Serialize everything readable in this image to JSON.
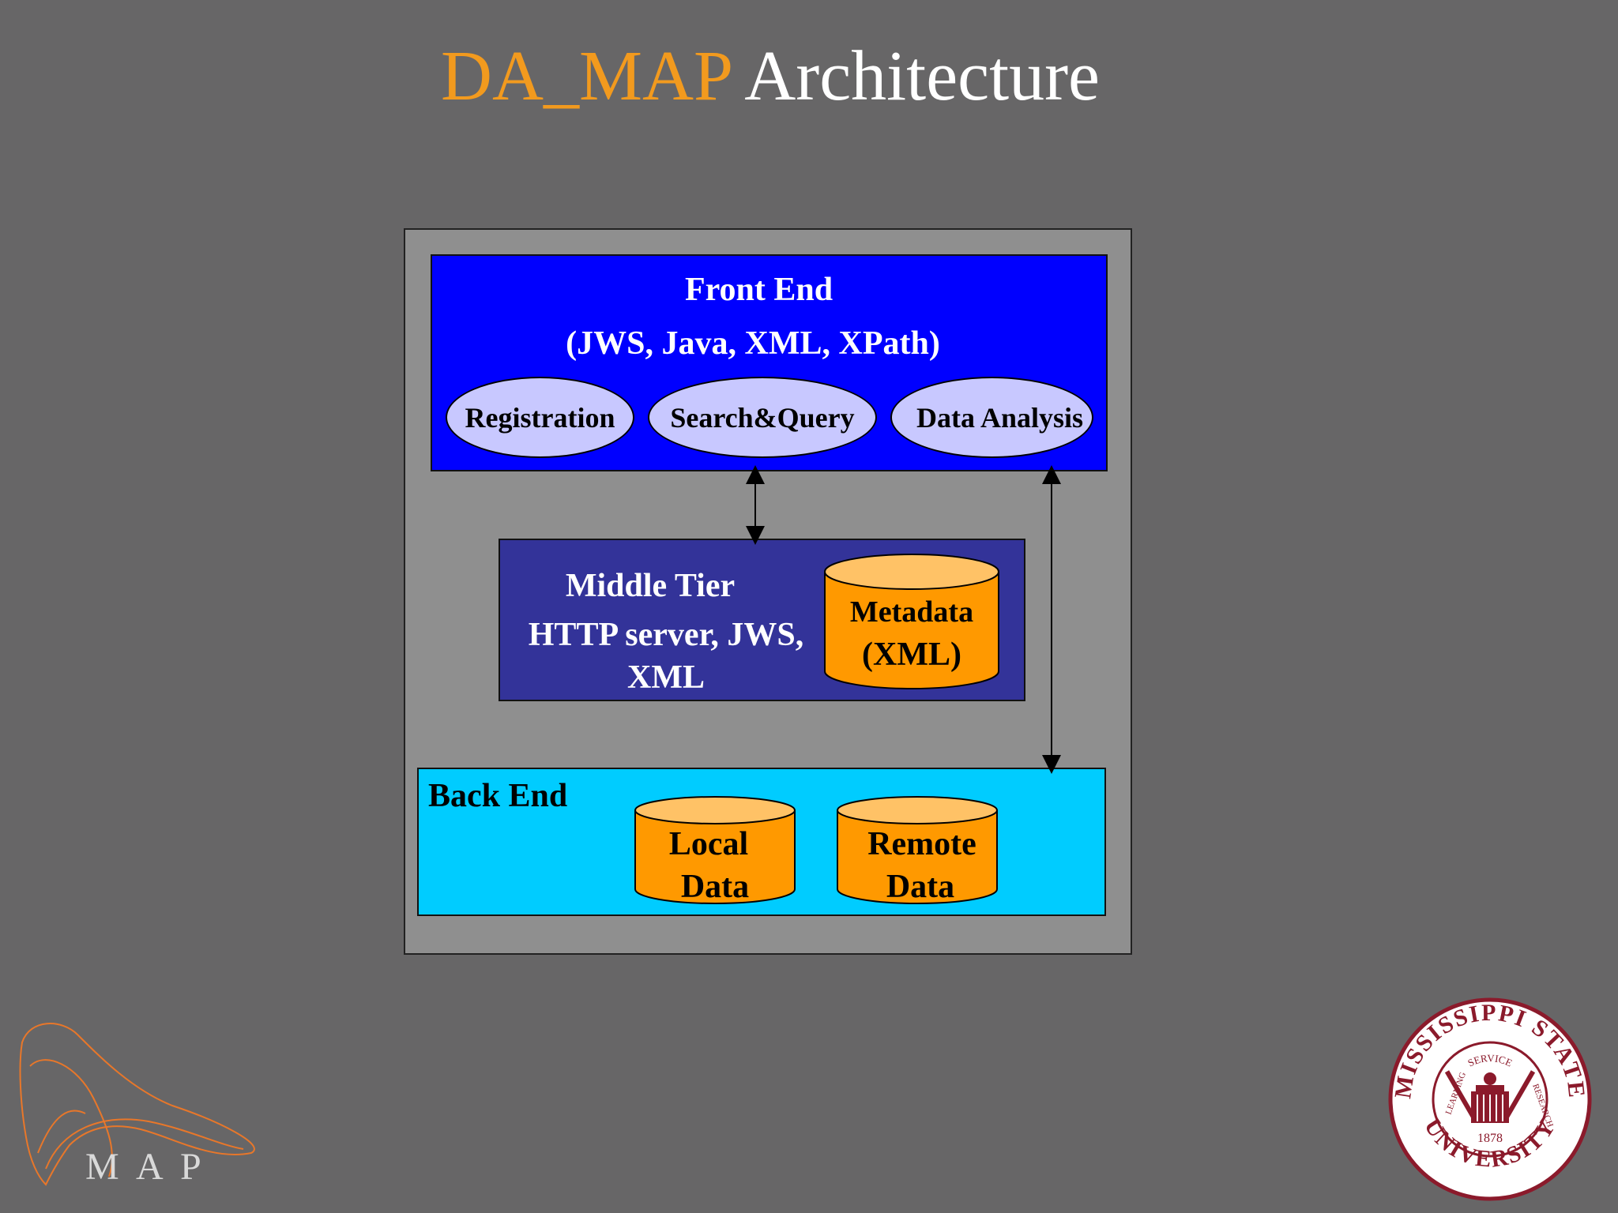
{
  "title": {
    "accent": "DA_MAP",
    "rest": "Architecture"
  },
  "front_end": {
    "title": "Front End",
    "subtitle": "(JWS, Java, XML, XPath)",
    "components": [
      "Registration",
      "Search&Query",
      "Data Analysis"
    ]
  },
  "middle_tier": {
    "line1": "Middle Tier",
    "line2": "HTTP server, JWS,",
    "line3": "XML",
    "store": {
      "line1": "Metadata",
      "line2": "(XML)"
    }
  },
  "back_end": {
    "title": "Back End",
    "stores": [
      {
        "line1": "Local",
        "line2": "Data"
      },
      {
        "line1": "Remote",
        "line2": "Data"
      }
    ]
  },
  "logo": {
    "text": "M A P"
  },
  "seal": {
    "top_text": "MISSISSIPPI STATE",
    "bottom_text": "UNIVERSITY",
    "inner_top": "SERVICE",
    "inner_left": "LEARNING",
    "inner_right": "RESEARCH",
    "year": "1878"
  },
  "colors": {
    "background": "#676667",
    "accent": "#f29a1e",
    "front_end": "#0000ff",
    "middle_tier": "#333399",
    "back_end": "#00ccff",
    "store": "#ff9900",
    "seal": "#8b1a2b"
  }
}
